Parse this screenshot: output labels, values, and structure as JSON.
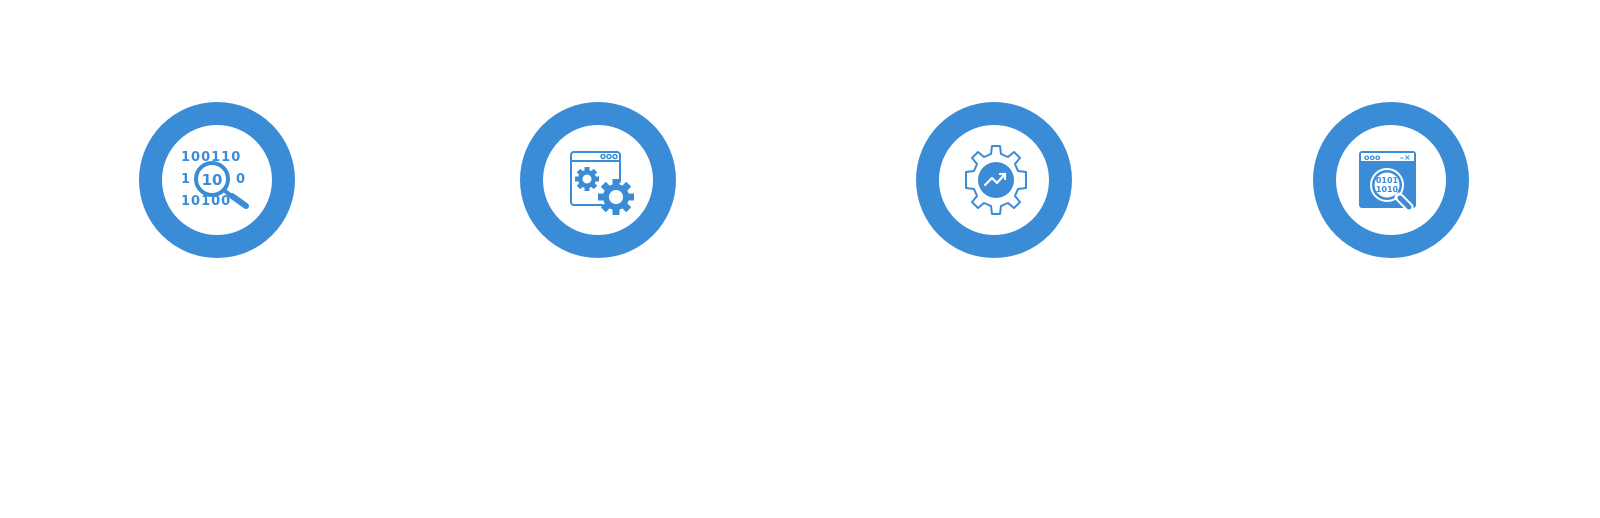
{
  "colors": {
    "accent": "#3b8cd6",
    "background": "#ffffff"
  },
  "icons": [
    {
      "name": "binary-data-search-icon",
      "binary_rows": [
        "100110",
        "1",
        "0",
        "10100"
      ],
      "lens_text": "10"
    },
    {
      "name": "browser-settings-gears-icon"
    },
    {
      "name": "gear-growth-chart-icon"
    },
    {
      "name": "browser-binary-search-icon",
      "window_text": "ooo",
      "window_controls": "–×",
      "lens_lines": [
        "0101",
        "1010"
      ]
    }
  ]
}
